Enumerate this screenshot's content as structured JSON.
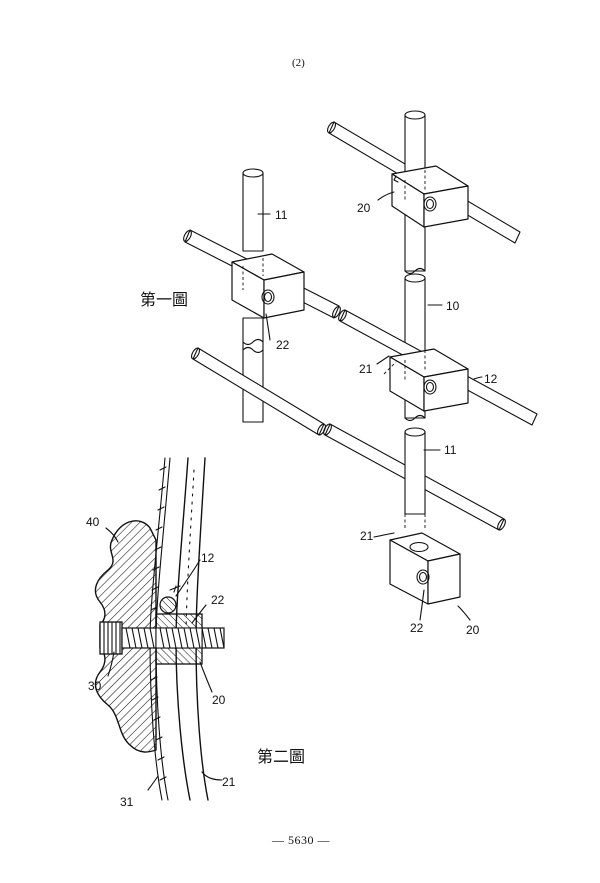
{
  "header": {
    "page_marker": "(2)"
  },
  "figure1": {
    "caption": "第一圖",
    "labels": {
      "rod_11_top": "11",
      "block_20_top": "20",
      "frame_10": "10",
      "hole_22_left": "22",
      "hole_21_mid": "21",
      "rod_12": "12",
      "rod_11_mid": "11",
      "hole_21_low": "21",
      "hole_22_low": "22",
      "block_20_low": "20"
    }
  },
  "figure2": {
    "caption": "第二圖",
    "labels": {
      "knob_40": "40",
      "rod_12": "12",
      "hole_22": "22",
      "screw_30": "30",
      "block_20": "20",
      "sheet_31": "31",
      "bar_21": "21"
    }
  },
  "footer": {
    "page_number": "— 5630 —"
  }
}
